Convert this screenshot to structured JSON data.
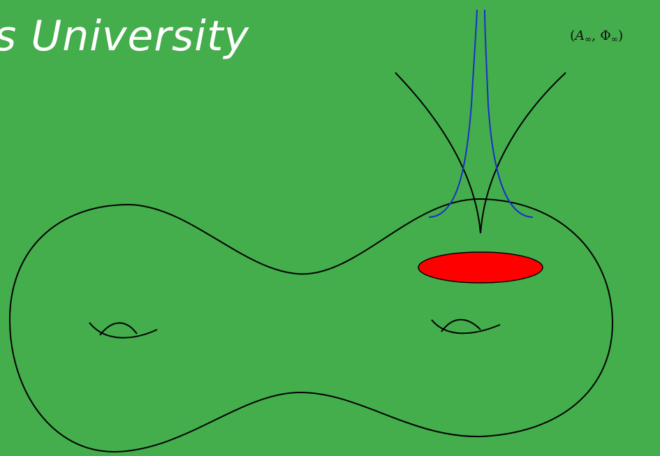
{
  "header": {
    "watermark_text": "s University"
  },
  "diagram": {
    "limit_label": {
      "open": "(",
      "A": "A",
      "sep": ", ",
      "Phi": "Φ",
      "sub": "∞",
      "close": ")"
    },
    "colors": {
      "background": "#44ad4c",
      "surface_outline": "#000000",
      "bubble_curves": "#1a2fcc",
      "blowup_region": "#ff0000"
    }
  }
}
